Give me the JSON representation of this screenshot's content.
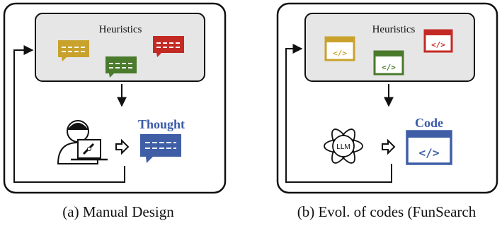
{
  "panels": [
    {
      "box_title": "Heuristics",
      "result_label": "Thought",
      "caption": "(a) Manual Design",
      "heuristic_kind": "speech-bubble",
      "agent": "human-designer"
    },
    {
      "box_title": "Heuristics",
      "result_label": "Code",
      "caption": "(b) Evol. of codes (FunSearch",
      "heuristic_kind": "code-window",
      "agent": "llm",
      "agent_label": "LLM",
      "code_glyph": "</>"
    }
  ],
  "colors": {
    "box_fill": "#e6e6e6",
    "stroke": "#111111",
    "yellow": "#c9a22c",
    "green": "#4a7a2c",
    "red": "#c42a24",
    "blue": "#3f5ea6",
    "label_blue": "#3a5ba8"
  }
}
